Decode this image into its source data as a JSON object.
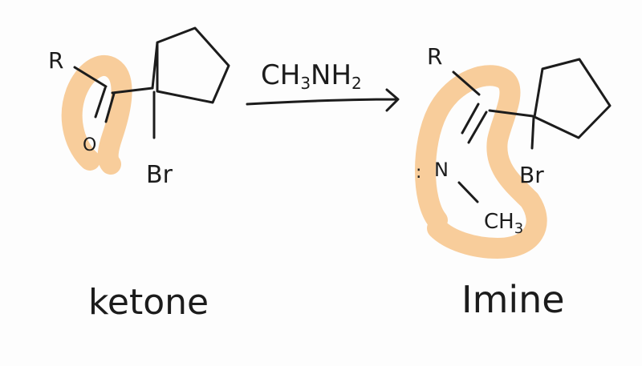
{
  "diagram": {
    "type": "chemical-reaction",
    "colors": {
      "ink": "#1c1c1c",
      "highlight": "#f7c48a",
      "background": "#fdfdfd"
    },
    "reactant": {
      "name_label": "ketone",
      "substituent_r": "R",
      "oxygen": "O",
      "bromine": "Br",
      "ring": "cyclopentane",
      "highlighted_group": "C=O"
    },
    "reagent": {
      "label_main": "CH",
      "label_sub1": "3",
      "label_mid": "NH",
      "label_sub2": "2",
      "arrow": "reaction-arrow"
    },
    "product": {
      "name_label": "Imine",
      "substituent_r": "R",
      "nitrogen": "N",
      "lone_pair": ":",
      "methyl_main": "CH",
      "methyl_sub": "3",
      "bromine": "Br",
      "ring": "cyclopentane",
      "highlighted_group": "C=N-CH3"
    }
  }
}
